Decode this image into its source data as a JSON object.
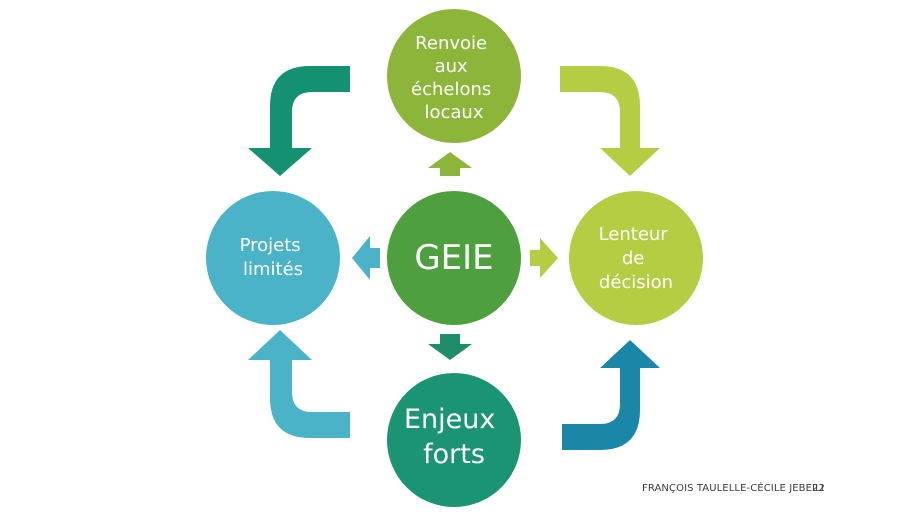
{
  "diagram": {
    "center": {
      "lines": [
        "GEIE"
      ],
      "color": "#4e9f3d"
    },
    "top": {
      "lines": [
        "Renvoie",
        "aux",
        "échelons",
        "locaux"
      ],
      "color": "#8cb53a"
    },
    "right": {
      "lines": [
        "Lenteur",
        "de",
        "décision"
      ],
      "color": "#b5cd42"
    },
    "bottom": {
      "lines": [
        "Enjeux",
        "forts"
      ],
      "color": "#1a9473"
    },
    "left": {
      "lines": [
        "Projets",
        "limités"
      ],
      "color": "#4ab3c8"
    },
    "arrow_colors": {
      "top_small": "#8cb53a",
      "right_small": "#b5cd42",
      "bottom_small": "#1f8c6a",
      "left_small": "#4ab3c8",
      "top_right_curved": "#b5cd42",
      "bottom_right_curved": "#1a86a8",
      "bottom_left_curved": "#4ab3c8",
      "top_left_curved": "#149170"
    }
  },
  "footer": {
    "author": "FRANÇOIS TAULELLE-CÉCILE JEBEILI",
    "page": "22"
  }
}
